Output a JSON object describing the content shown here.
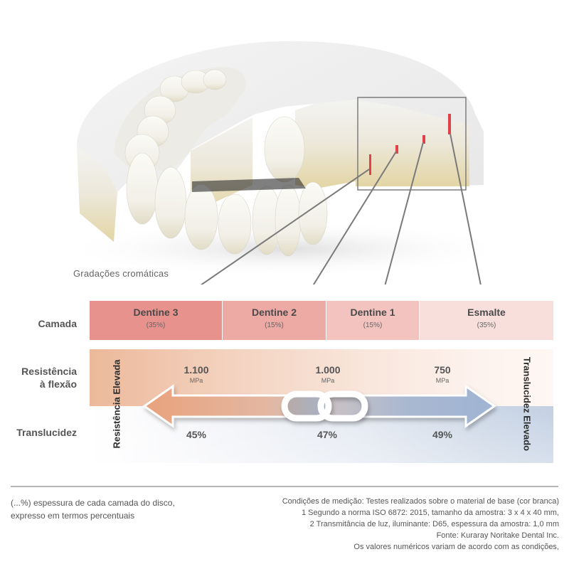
{
  "illustration": {
    "subject": "zirconia disc with milled dental arch",
    "caption": "Gradações cromáticas"
  },
  "row_labels": {
    "layer": "Camada",
    "strength_line1": "Resistência",
    "strength_line2": "à flexão",
    "translucency": "Translucidez"
  },
  "layers": [
    {
      "name": "Dentine 3",
      "percent": "(35%)",
      "color": "#e8928e"
    },
    {
      "name": "Dentine 2",
      "percent": "(15%)",
      "color": "#eda9a4"
    },
    {
      "name": "Dentine 1",
      "percent": "(15%)",
      "color": "#f2c3bf"
    },
    {
      "name": "Esmalte",
      "percent": "(35%)",
      "color": "#f9dfdb"
    }
  ],
  "flexural_strength": [
    {
      "value": "1.100",
      "unit": "MPa"
    },
    {
      "value": "1.000",
      "unit": "MPa"
    },
    {
      "value": "750",
      "unit": "MPa"
    }
  ],
  "translucency_values": [
    "45%",
    "47%",
    "49%"
  ],
  "axis_labels": {
    "left": "Resistência Elevada",
    "right": "Translucidez Elevado"
  },
  "icons": {
    "arrow": "double-headed-arrow",
    "link": "chain-link-icon"
  },
  "colors": {
    "strength": "#e9a27c",
    "translucency": "#9fb4d3",
    "marker": "#e2414a"
  },
  "footer": {
    "note_left_line1": "(...%) espessura de cada camada do disco,",
    "note_left_line2": "expresso em termos percentuais",
    "note_right": [
      "Condições de medição: Testes realizados sobre o material de base (cor branca)",
      "1 Segundo a norma ISO 6872: 2015, tamanho da amostra: 3 x 4 x 40 mm,",
      "2 Transmitância de luz, iluminante: D65, espessura da amostra: 1,0 mm",
      "Fonte: Kuraray Noritake Dental Inc.",
      "Os valores numéricos variam de acordo com as condições,"
    ]
  }
}
